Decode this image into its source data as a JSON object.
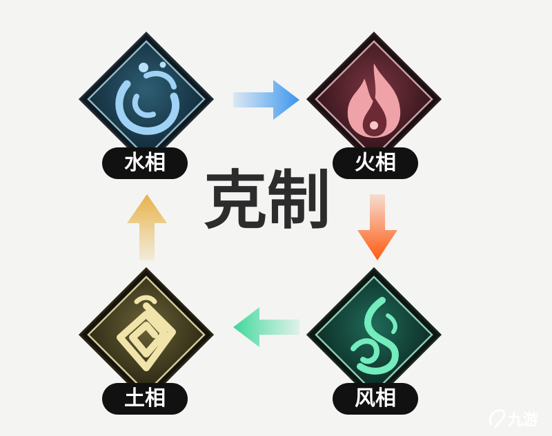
{
  "title": "克制",
  "elements": [
    {
      "label": "水相",
      "icon": "water-swirl-icon",
      "color": "#7fb6ea"
    },
    {
      "label": "火相",
      "icon": "flame-icon",
      "color": "#e69aa0"
    },
    {
      "label": "风相",
      "icon": "wind-spiral-icon",
      "color": "#6fe0b6"
    },
    {
      "label": "土相",
      "icon": "earth-spiral-icon",
      "color": "#efe2a6"
    }
  ],
  "arrows": [
    {
      "from": "水相",
      "to": "火相",
      "color": "#4aa0f0"
    },
    {
      "from": "火相",
      "to": "风相",
      "color": "#ff5a10"
    },
    {
      "from": "风相",
      "to": "土相",
      "color": "#5ae0a8"
    },
    {
      "from": "土相",
      "to": "水相",
      "color": "#e8b850"
    }
  ],
  "watermark": "九游"
}
